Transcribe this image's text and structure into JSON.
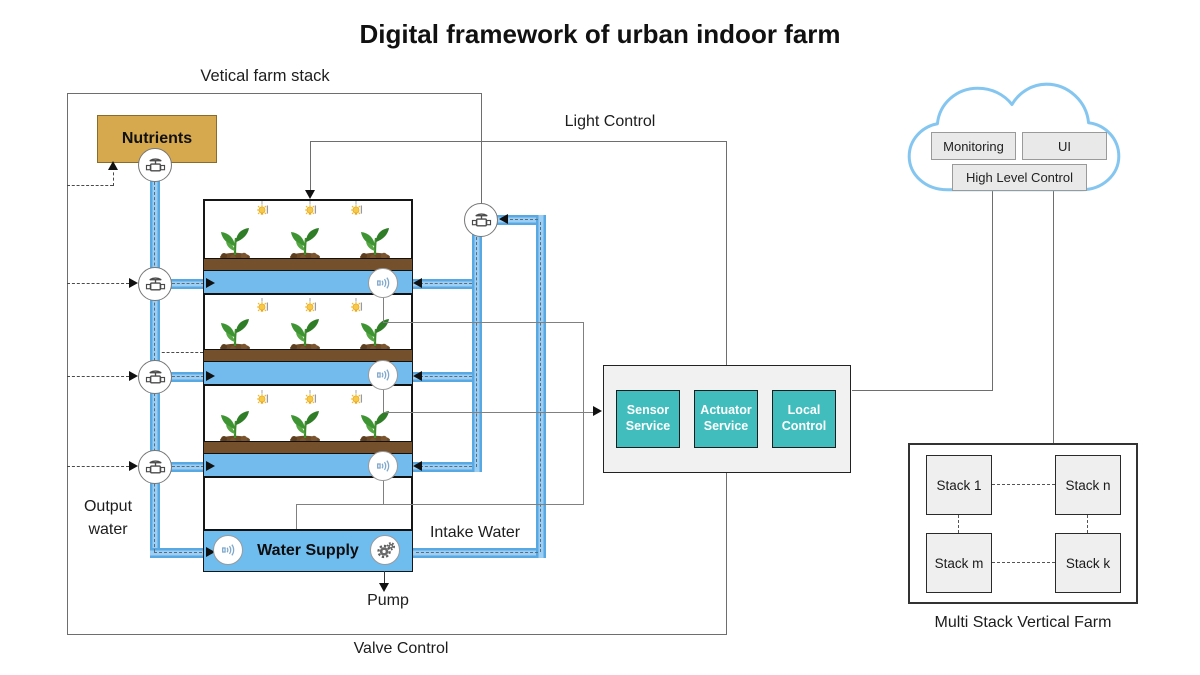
{
  "title": "Digital framework of urban indoor farm",
  "labels": {
    "vertical_farm_stack": "Vetical farm stack",
    "light_control": "Light Control",
    "output_water": "Output water",
    "intake_water": "Intake Water",
    "pump": "Pump",
    "valve_control": "Valve Control",
    "multi_stack_vertical_farm": "Multi Stack Vertical Farm"
  },
  "farm_stack": {
    "nutrients_label": "Nutrients",
    "water_supply_label": "Water Supply",
    "shelf_count": 3,
    "lights_per_shelf": 3,
    "plants_per_shelf": 3,
    "valve_count": 5,
    "sensor_count": 4
  },
  "services_box": {
    "items": [
      {
        "label": "Sensor Service"
      },
      {
        "label": "Actuator Service"
      },
      {
        "label": "Local Control"
      }
    ]
  },
  "cloud": {
    "items": [
      {
        "label": "Monitoring"
      },
      {
        "label": "UI"
      },
      {
        "label": "High Level Control"
      }
    ]
  },
  "multi_stack": {
    "stacks": [
      {
        "label": "Stack 1"
      },
      {
        "label": "Stack n"
      },
      {
        "label": "Stack m"
      },
      {
        "label": "Stack k"
      }
    ]
  },
  "icons": {
    "valve": "valve-icon",
    "sensor": "wireless-sensor-icon",
    "pump": "gear-pump-icon",
    "light": "grow-light-icon",
    "plant": "seedling-icon",
    "cloud": "cloud-icon"
  },
  "colors": {
    "pipe_blue": "#58A8E4",
    "water_blue": "#72BBEC",
    "supply_blue": "#6FBCEF",
    "soil_brown": "#74512C",
    "nutrients_tan": "#D7A94E",
    "service_teal": "#41BDBD",
    "cloud_stroke": "#85C6F0",
    "panel_gray": "#F1F1F1"
  }
}
